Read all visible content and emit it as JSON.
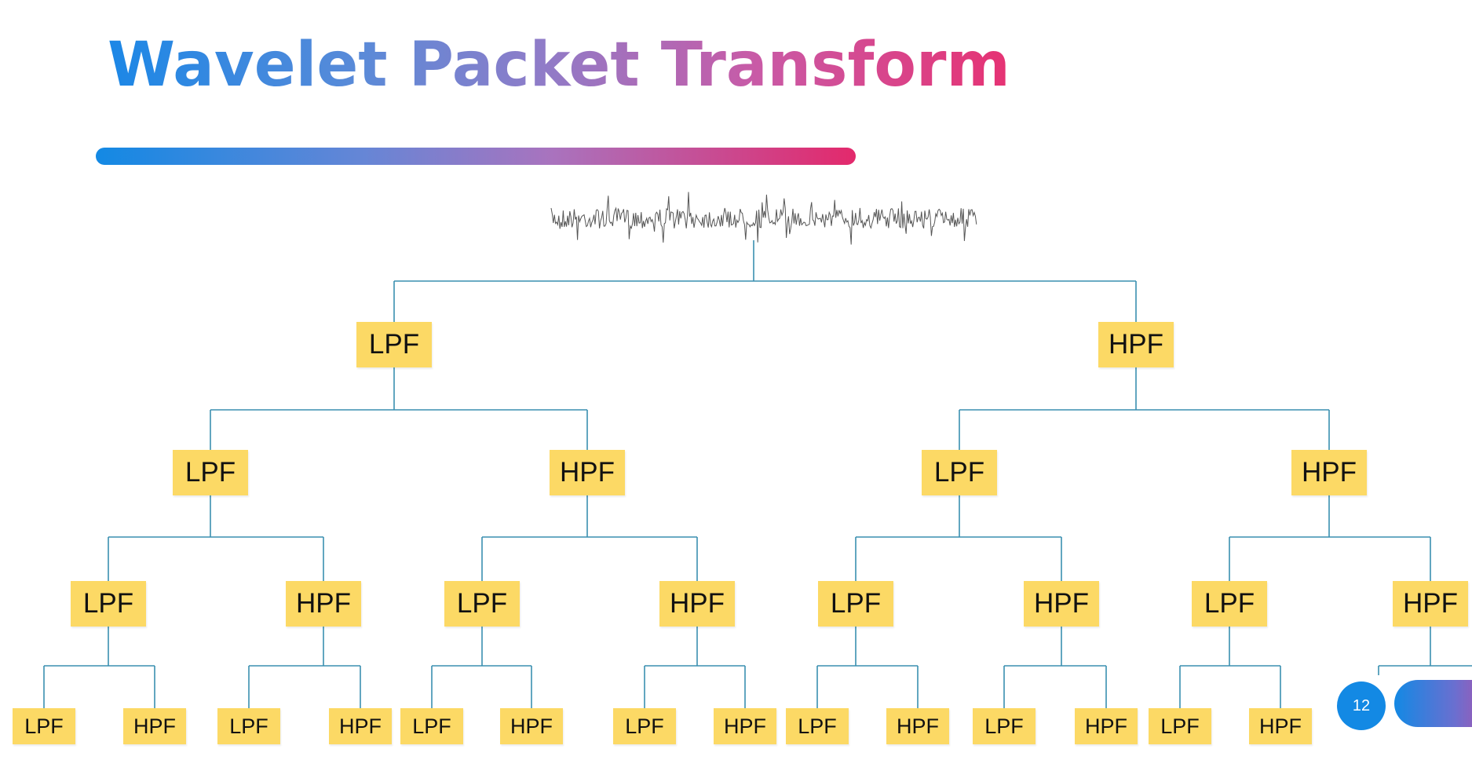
{
  "title": "Wavelet Packet Transform",
  "colors": {
    "box_fill": "#fcd965",
    "connector": "#3a8fb0",
    "signal": "#555555",
    "accent_start": "#1389e4",
    "accent_end": "#e3296c"
  },
  "page_number": "12",
  "tree": {
    "signal": "noisy-signal-waveform",
    "levels": [
      [
        "LPF",
        "HPF"
      ],
      [
        "LPF",
        "HPF",
        "LPF",
        "HPF"
      ],
      [
        "LPF",
        "HPF",
        "LPF",
        "HPF",
        "LPF",
        "HPF",
        "LPF",
        "HPF"
      ],
      [
        "LPF",
        "HPF",
        "LPF",
        "HPF",
        "LPF",
        "HPF",
        "LPF",
        "HPF",
        "LPF",
        "HPF",
        "LPF",
        "HPF",
        "LPF",
        "HPF"
      ]
    ]
  }
}
